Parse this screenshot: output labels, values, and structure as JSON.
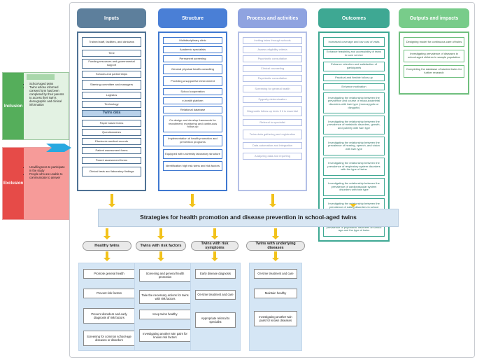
{
  "headers": {
    "inputs": "Inputs",
    "structure": "Structure",
    "process": "Process and activities",
    "outcomes": "Outcomes",
    "outputs": "Outputs and impacts"
  },
  "inclusion": {
    "label": "Inclusion",
    "items": [
      "School-aged twins",
      "Twins whose informed consent form has been completed by their parents to access their twin's demographic and clinical information"
    ]
  },
  "exclusion": {
    "label": "Exclusion",
    "items": [
      "Unwillingness to participate in the study",
      "People who are unable to communicate to answer"
    ]
  },
  "inputs": [
    "Trained staff, facilities, and clinicians",
    "Time",
    "Funding resources and governmental support",
    "Schools and partnerships",
    "Steering committee and managers",
    "Logistics",
    "Technology",
    "Twins data",
    "Paper based forms",
    "Questionnaires",
    "Electronic medical records",
    "Patient assessment forms",
    "Parent assessment forms",
    "Clinical tests and laboratory findings"
  ],
  "structure": [
    "Multidisciplinary clinic",
    "Academic specialists",
    "Permanent screening",
    "General physical health consulting",
    "Providing a supportive environment",
    "School cooperation",
    "e-health platform",
    "Relational database",
    "Co-design and develop framework for recruitment, monitoring and continuous follow-up",
    "Implementation of health promotion and prevention programs",
    "Equipped with university laboratory structure",
    "Identification high risk twins and risk factors"
  ],
  "process": [
    "Inviting twins through schools",
    "Assess eligibility criteria",
    "Psychiatric consultation",
    "Clinical counseling",
    "Psychiatric consultation",
    "Screening for general health",
    "Zygosity determination",
    "Diagnostic follow-up tests if it is essential",
    "Referral to specialist",
    "Twins data gathering and registration",
    "Data automation and Integration",
    "Analyzing data and reporting"
  ],
  "outcomes": [
    "Increased coverage and low cost of visits",
    "Enhance feasibility and accessibility of twins to care service",
    "Enhance retention and satisfaction of participants",
    "Practical and flexible follow-up",
    "Enhance motivation",
    "Investigating the relationship between the prevalence and course of musculoskeletal disorders with twin type (monozygotic or dizygotic)",
    "Investigating the relationship between the prevalence of metabolic disorders, growth, and puberty with twin type",
    "Investigating the relationship between the prevalence of hearing, speech, and vision with twin type",
    "Investigating the relationship between the prevalence of respiratory system disorders with the type of twins",
    "Investigating the relationship between the prevalence of cardiovascular system disorders with twin type",
    "Investigating the relationship between the prevalence of eating disorders in school children and the type of twins",
    "Investigating the relationship between the prevalence of psychiatric disorders of school age and the type of twins"
  ],
  "outputs": [
    "Designing model for continuous care of twins",
    "Investigating prevalence of diseases in school-aged children in sample population",
    "Completing the database of student twins for further research"
  ],
  "strategies": {
    "title": "Strategies for health promotion and disease prevention in school-aged twins",
    "groups": [
      {
        "label": "Healthy twins",
        "items": [
          "Promote general health",
          "Prevent risk factors",
          "Prevent disorders and early diagnosis of risk factors",
          "Screening for common school-age diseases or disorders"
        ]
      },
      {
        "label": "Twins with risk factors",
        "items": [
          "Screening and general health promotion",
          "Take the necessary actions for twins with risk factors",
          "Keep twins healthy",
          "Investigating another twin pairs for known risk factors"
        ]
      },
      {
        "label": "Twins with risk symptoms",
        "items": [
          "Early disease diagnosis",
          "On-time treatment and care",
          "Appropriate referral to specialist"
        ]
      },
      {
        "label": "Twins with underlying diseases",
        "items": [
          "On-time treatment and care",
          "Maintain healthy",
          "Investigating another twin pairs for known diseases"
        ]
      }
    ]
  },
  "colors": {
    "inputs_hdr": "#5d7f9c",
    "inputs_border": "#4f7294",
    "structure_hdr": "#4a7fd6",
    "structure_border": "#3f78d0",
    "process_hdr": "#8fa3e0",
    "process_border": "#b3bfe6",
    "outcomes_hdr": "#3ea893",
    "outcomes_border": "#3ea893",
    "outputs_hdr": "#78cc8a",
    "outputs_border": "#6fbf7e",
    "inclusion": "#55ae5b",
    "exclusion": "#e64b48",
    "arrow": "#f2c21a",
    "pointer": "#29a8e0"
  }
}
